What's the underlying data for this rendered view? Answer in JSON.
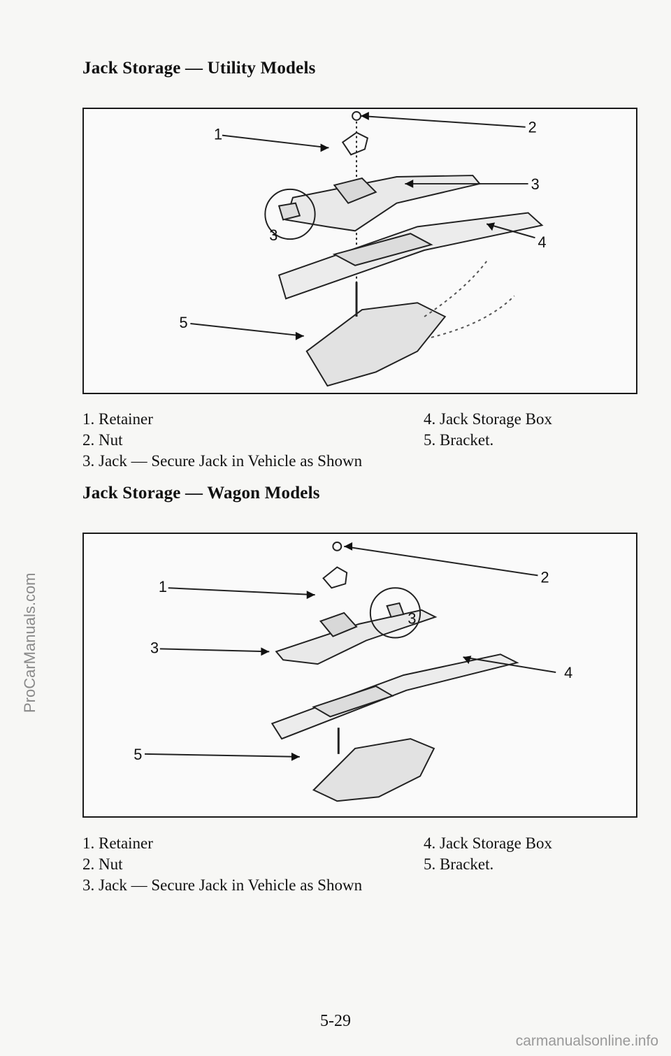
{
  "sidebar_watermark": "ProCarManuals.com",
  "sections": [
    {
      "heading": "Jack Storage — Utility Models",
      "callouts": [
        "1",
        "2",
        "3",
        "3",
        "4",
        "5"
      ],
      "legend_left": [
        "1. Retainer",
        "2. Nut",
        "3. Jack — Secure Jack in Vehicle as Shown"
      ],
      "legend_right": [
        "4. Jack Storage Box",
        "5. Bracket."
      ]
    },
    {
      "heading": "Jack Storage — Wagon Models",
      "callouts": [
        "1",
        "2",
        "3",
        "3",
        "4",
        "5"
      ],
      "legend_left": [
        "1. Retainer",
        "2. Nut",
        "3. Jack — Secure Jack in Vehicle as Shown"
      ],
      "legend_right": [
        "4. Jack Storage Box",
        "5. Bracket."
      ]
    }
  ],
  "page_number": "5-29",
  "footer_url": "carmanualsonline.info"
}
